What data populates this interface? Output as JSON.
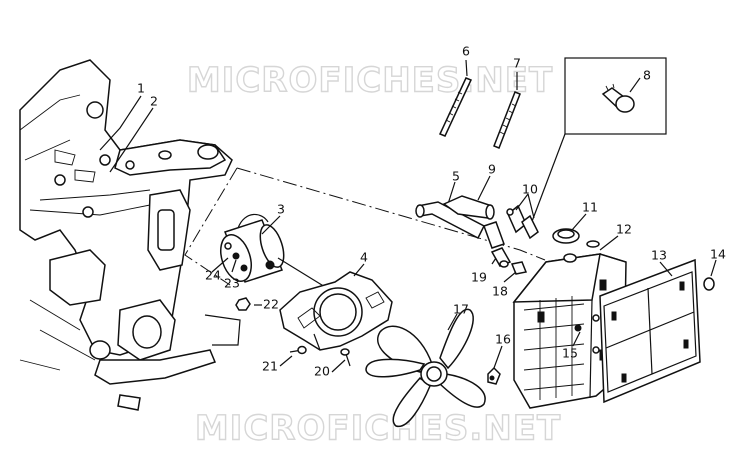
{
  "watermark": {
    "top": "MICROFICHES.NET",
    "bottom": "MICROFICHES.NET"
  },
  "callouts": [
    "1",
    "2",
    "3",
    "4",
    "5",
    "6",
    "7",
    "8",
    "9",
    "10",
    "11",
    "12",
    "13",
    "14",
    "15",
    "16",
    "17",
    "18",
    "19",
    "20",
    "21",
    "22",
    "23",
    "24"
  ]
}
